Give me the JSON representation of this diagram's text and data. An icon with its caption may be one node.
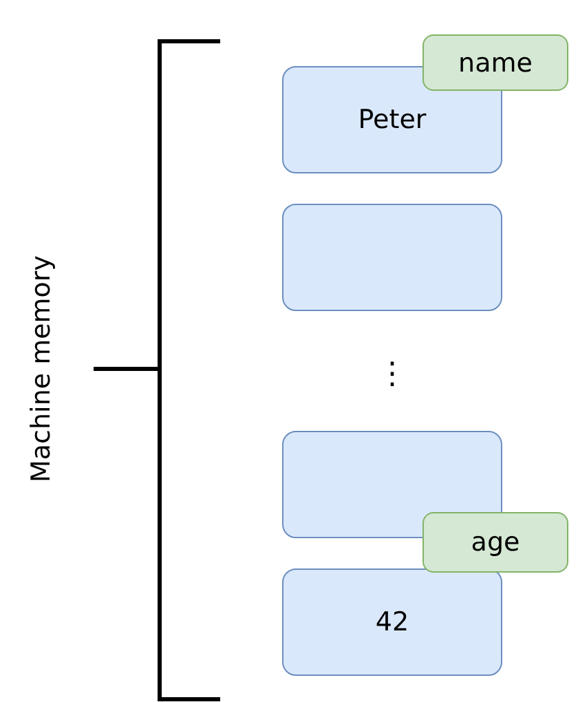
{
  "diagram": {
    "nodes": [
      {
        "text": [
          "name"
        ]
      },
      {
        "text": [
          "Peter"
        ]
      },
      {
        "text": [],
        "shape": "box"
      },
      {
        "text": [],
        "shape": "box"
      },
      {
        "text": [
          "age"
        ]
      },
      {
        "text": [
          "42"
        ]
      }
    ],
    "labels": [
      "Machine memory",
      "⋮"
    ]
  }
}
